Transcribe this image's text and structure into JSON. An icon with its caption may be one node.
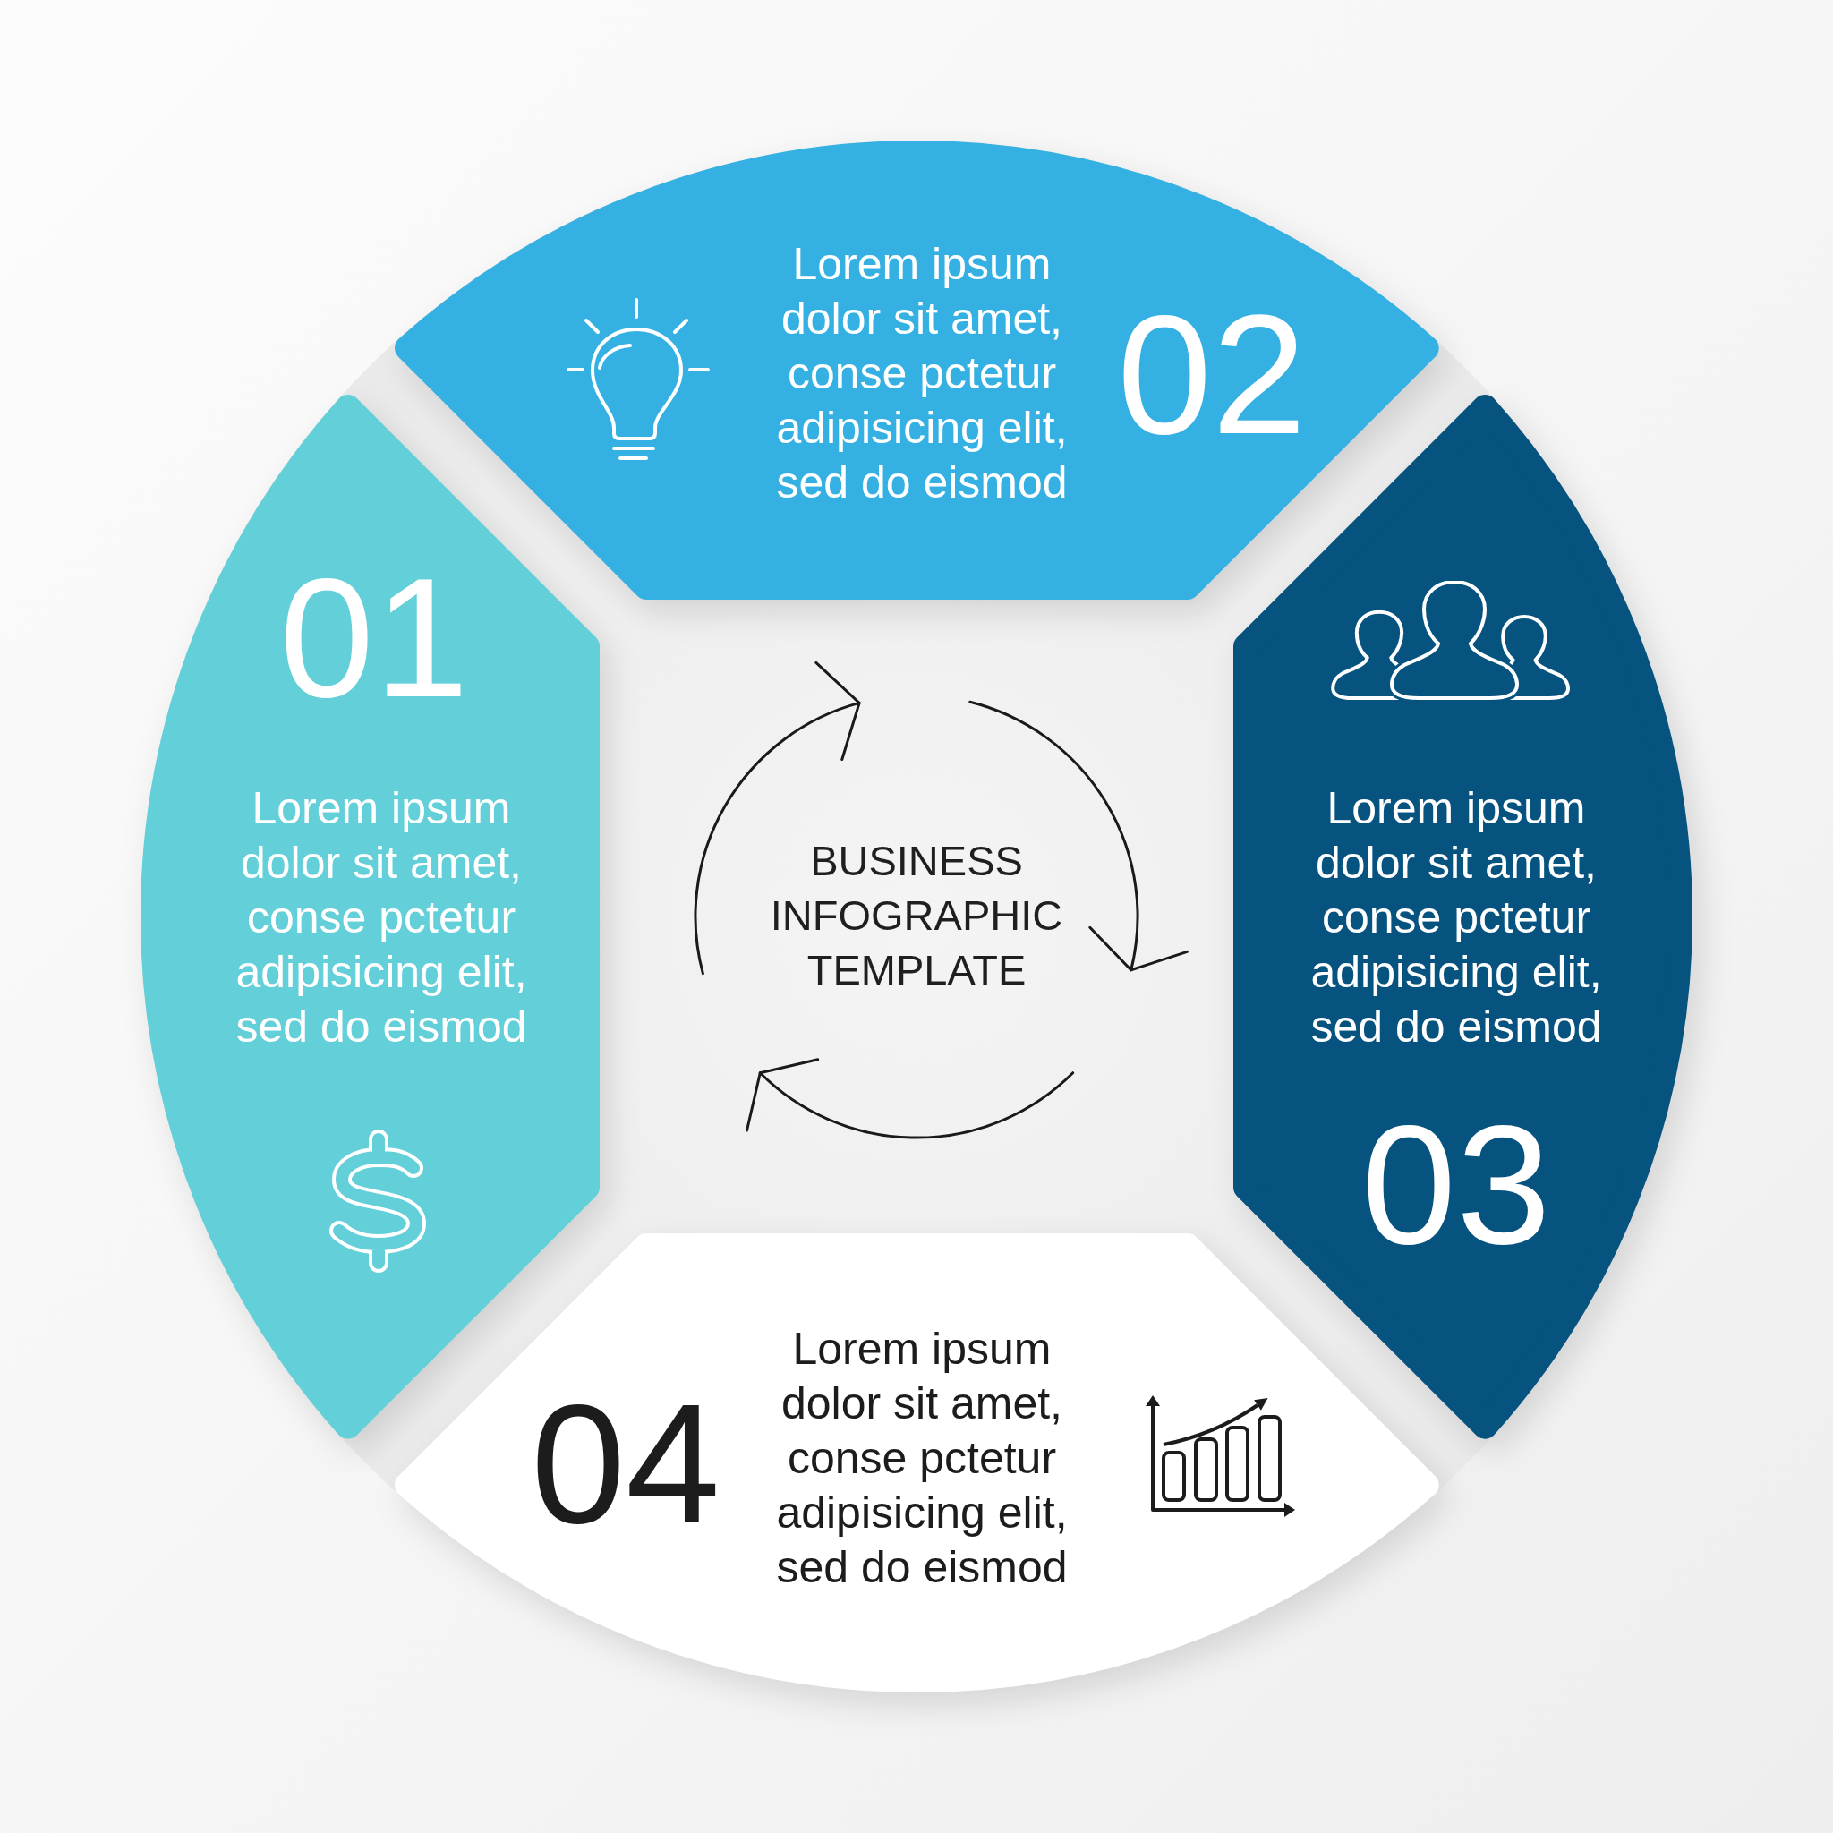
{
  "diagram": {
    "title": "BUSINESS INFOGRAPHIC TEMPLATE",
    "nodes": [
      {
        "text": [
          "01",
          "Lorem ipsum dolor sit amet, conse pctetur adipisicing elit, sed do eismod"
        ]
      },
      {
        "text": [
          "Lorem ipsum dolor sit amet, conse pctetur adipisicing elit, sed do eismod",
          "02"
        ]
      },
      {
        "text": [
          "Lorem ipsum dolor sit amet, conse pctetur adipisicing elit, sed do eismod",
          "03"
        ]
      },
      {
        "text": [
          "04",
          "Lorem ipsum dolor sit amet, conse pctetur adipisicing elit, sed do eismod"
        ]
      }
    ]
  }
}
